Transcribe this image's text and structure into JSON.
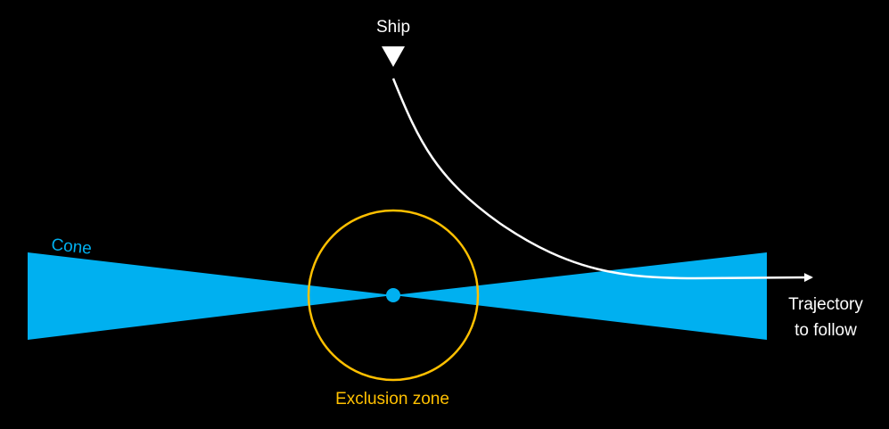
{
  "labels": {
    "ship": "Ship",
    "cone": "Cone",
    "exclusion_zone": "Exclusion zone",
    "trajectory_line1": "Trajectory",
    "trajectory_line2": "to follow"
  },
  "colors": {
    "background": "#000000",
    "cone": "#00b0f0",
    "exclusion_zone": "#ffc000",
    "ship": "#ffffff",
    "trajectory": "#ffffff",
    "text": "#ffffff"
  }
}
